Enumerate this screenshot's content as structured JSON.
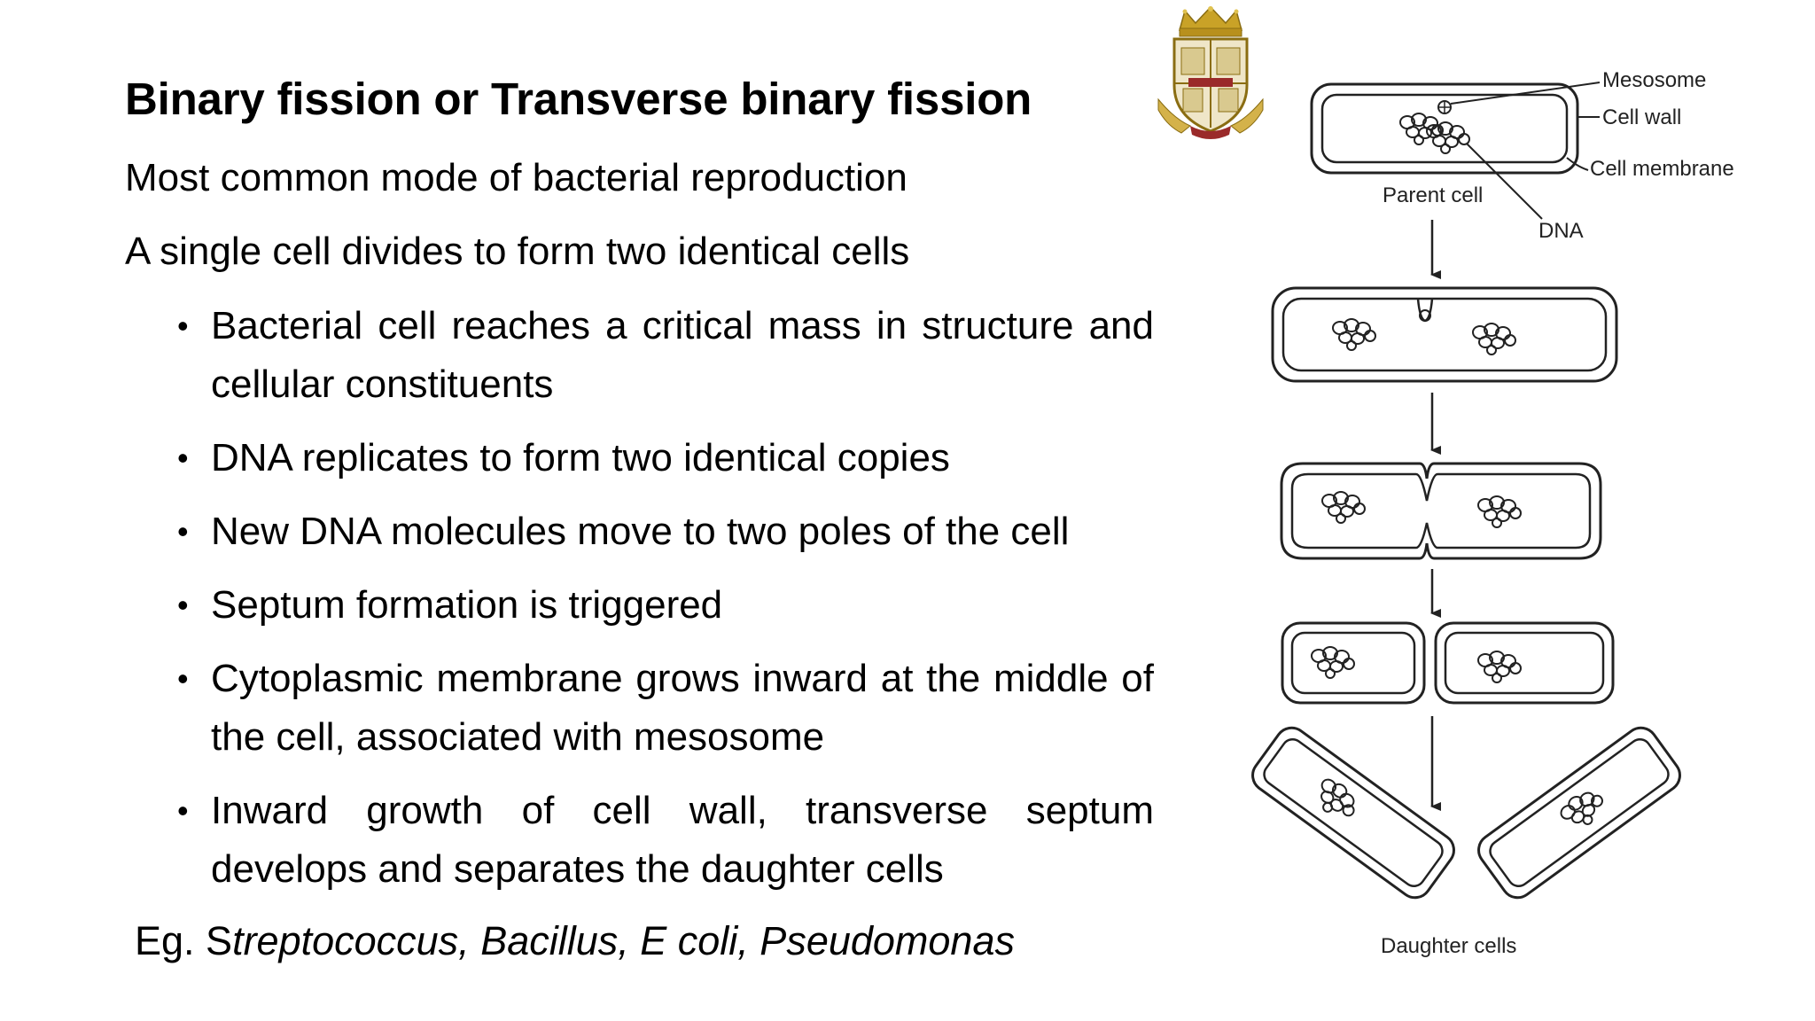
{
  "slide": {
    "title": "Binary fission or Transverse binary fission",
    "intro_lines": [
      "Most common mode of bacterial reproduction",
      "A single cell divides to form two identical cells"
    ],
    "bullets": [
      "Bacterial cell reaches a critical mass in structure and cellular constituents",
      "DNA replicates to form two identical copies",
      "New DNA molecules move to two poles of the cell",
      "Septum formation is triggered",
      "Cytoplasmic membrane grows inward at the middle of the cell, associated with mesosome",
      "Inward growth of cell wall, transverse septum develops and separates the daughter cells"
    ],
    "bullet_symbol": "•",
    "example_prefix": "Eg. S",
    "example_organisms": "treptococcus, Bacillus, E coli, Pseudomonas"
  },
  "diagram": {
    "labels": {
      "mesosome": "Mesosome",
      "cell_wall": "Cell wall",
      "cell_membrane": "Cell membrane",
      "parent_cell": "Parent cell",
      "dna": "DNA",
      "daughter_cells": "Daughter cells"
    },
    "stroke_color": "#222222"
  },
  "logo": {
    "crown_color": "#c9a227",
    "shield_color": "#efe6c8",
    "ribbon_color": "#d4b24a",
    "banner_color": "#9a2a2a"
  }
}
